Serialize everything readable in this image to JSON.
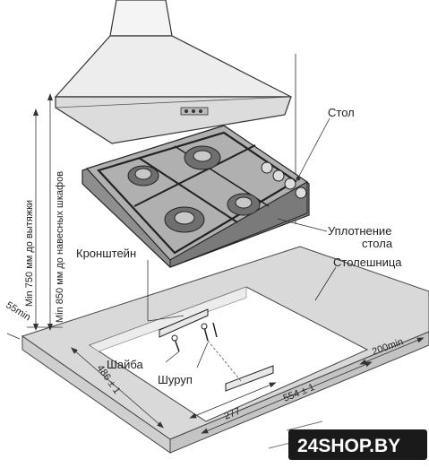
{
  "labels": {
    "table": "Стол",
    "seal_line1": "Уплотнение",
    "seal_line2": "стола",
    "bracket": "Кронштейн",
    "countertop": "Столешница",
    "washer": "Шайба",
    "screw": "Шуруп"
  },
  "dimensions": {
    "d200": "200min",
    "d55": "55min",
    "d486": "486 ± 1",
    "d554": "554 ± 1",
    "d277": "277",
    "hood_clearance": "Min 750 мм до вытяжки",
    "cabinet_clearance": "Min 850 мм до навесных шкафов"
  },
  "watermark": "24SHOP.BY",
  "colors": {
    "countertop": "#d9d9d9",
    "hob": "#a8a8a8",
    "burner": "#8c8c8c",
    "brand_bg": "#1a1a1a",
    "outline": "#333333"
  }
}
